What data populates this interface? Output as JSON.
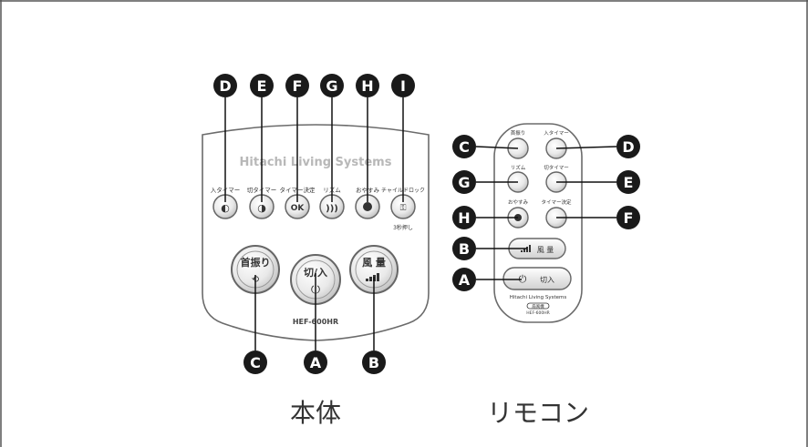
{
  "colors": {
    "badge": "#1a1a1a",
    "badge_text": "#ffffff",
    "panel_stroke": "#6b6b6b",
    "line": "#111111"
  },
  "body_unit": {
    "caption": "本体",
    "brand": "Hitachi Living Systems",
    "model": "HEF-600HR",
    "small_buttons": [
      {
        "key": "D",
        "label": "入タイマー"
      },
      {
        "key": "E",
        "label": "切タイマー"
      },
      {
        "key": "F",
        "label": "タイマー決定"
      },
      {
        "key": "G",
        "label": "リズム"
      },
      {
        "key": "H",
        "label": "おやすみ"
      },
      {
        "key": "I",
        "label": "チャイルドロック",
        "sublabel": "3秒押し"
      }
    ],
    "large_buttons": [
      {
        "key": "C",
        "label": "首振り"
      },
      {
        "key": "A",
        "label": "切/入"
      },
      {
        "key": "B",
        "label": "風 量"
      }
    ]
  },
  "remote": {
    "caption": "リモコン",
    "brand": "Hitachi Living Systems",
    "plate_label": "扇風機",
    "model": "HEF-600HR",
    "round_buttons": [
      {
        "key": "C",
        "label": "首振り"
      },
      {
        "key": "D",
        "label": "入タイマー"
      },
      {
        "key": "G",
        "label": "リズム"
      },
      {
        "key": "E",
        "label": "切タイマー"
      },
      {
        "key": "H",
        "label": "おやすみ"
      },
      {
        "key": "F",
        "label": "タイマー決定"
      }
    ],
    "wide_buttons": [
      {
        "key": "B",
        "label": "風 量"
      },
      {
        "key": "A",
        "label": "切入"
      }
    ]
  }
}
